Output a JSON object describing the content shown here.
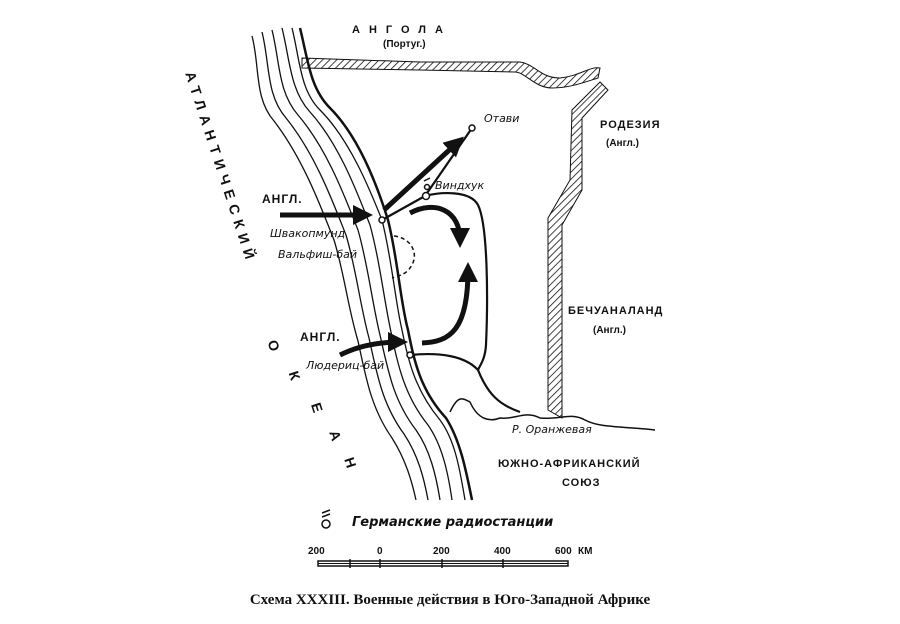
{
  "regions": {
    "angola": "АНГОЛА",
    "angola_sub": "(Португ.)",
    "rhodesia": "РОДЕЗИЯ",
    "rhodesia_sub": "(Англ.)",
    "bechuanaland": "БЕЧУАНАЛАНД",
    "bechuanaland_sub": "(Англ.)",
    "south_africa_1": "ЮЖНО-АФРИКАНСКИЙ",
    "south_africa_2": "СОЮЗ",
    "ocean_1": "АТЛАНТИЧЕСКИЙ",
    "ocean_2": [
      "О",
      "К",
      "Е",
      "А",
      "Н"
    ]
  },
  "places": {
    "otavi": "Отави",
    "windhoek": "Виндхук",
    "swakopmund": "Швакопмунд",
    "walvis_bay": "Вальфиш-бай",
    "luderitz": "Людериц-бай",
    "river": "Р. Оранжевая"
  },
  "attacks": {
    "north": "АНГЛ.",
    "south": "АНГЛ."
  },
  "legend": {
    "radio_stations": "Германские радиостанции",
    "radio_icon": "radio-station-icon"
  },
  "scale": {
    "ticks": [
      "200",
      "0",
      "200",
      "400",
      "600"
    ],
    "unit": "КМ"
  },
  "caption": "Схема XXXIII. Военные действия в Юго-Западной Африке"
}
